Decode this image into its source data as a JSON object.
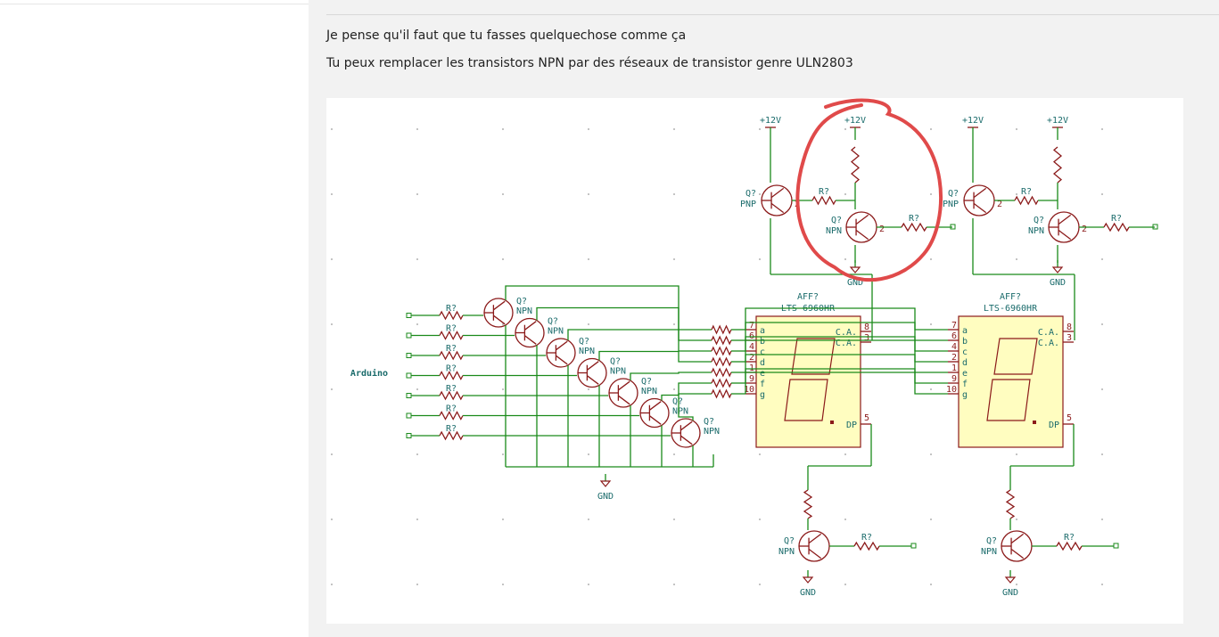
{
  "message": {
    "line1": "Je pense qu'il faut que tu fasses quelquechose comme ça",
    "line2": "Tu peux remplacer les transistors NPN par des réseaux de transistor genre ULN2803"
  },
  "schematic": {
    "arduino_label": "Arduino",
    "supply_label": "+12V",
    "gnd_label": "GND",
    "transistor_ref": "Q?",
    "pnp_label": "PNP",
    "npn_label": "NPN",
    "resistor_ref": "R?",
    "display_ref": "AFF?",
    "display_part": "LTS-6960HR",
    "ca_label": "C.A.",
    "dp_label": "DP",
    "segment_letters": [
      "a",
      "b",
      "c",
      "d",
      "e",
      "f",
      "g"
    ],
    "segment_pins": [
      "7",
      "6",
      "4",
      "2",
      "1",
      "9",
      "10"
    ],
    "ca_pins": [
      "8",
      "3"
    ],
    "dp_pin": "5",
    "annotation_color": "#e04a4a"
  }
}
